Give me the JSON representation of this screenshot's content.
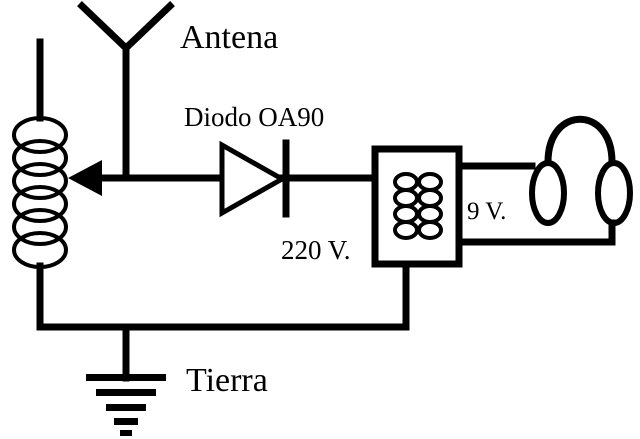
{
  "labels": {
    "antenna": "Antena",
    "diode": "Diodo OA90",
    "primary_voltage": "220 V.",
    "secondary_voltage": "9 V.",
    "ground": "Tierra"
  },
  "colors": {
    "ink": "#000000",
    "background": "#ffffff"
  }
}
